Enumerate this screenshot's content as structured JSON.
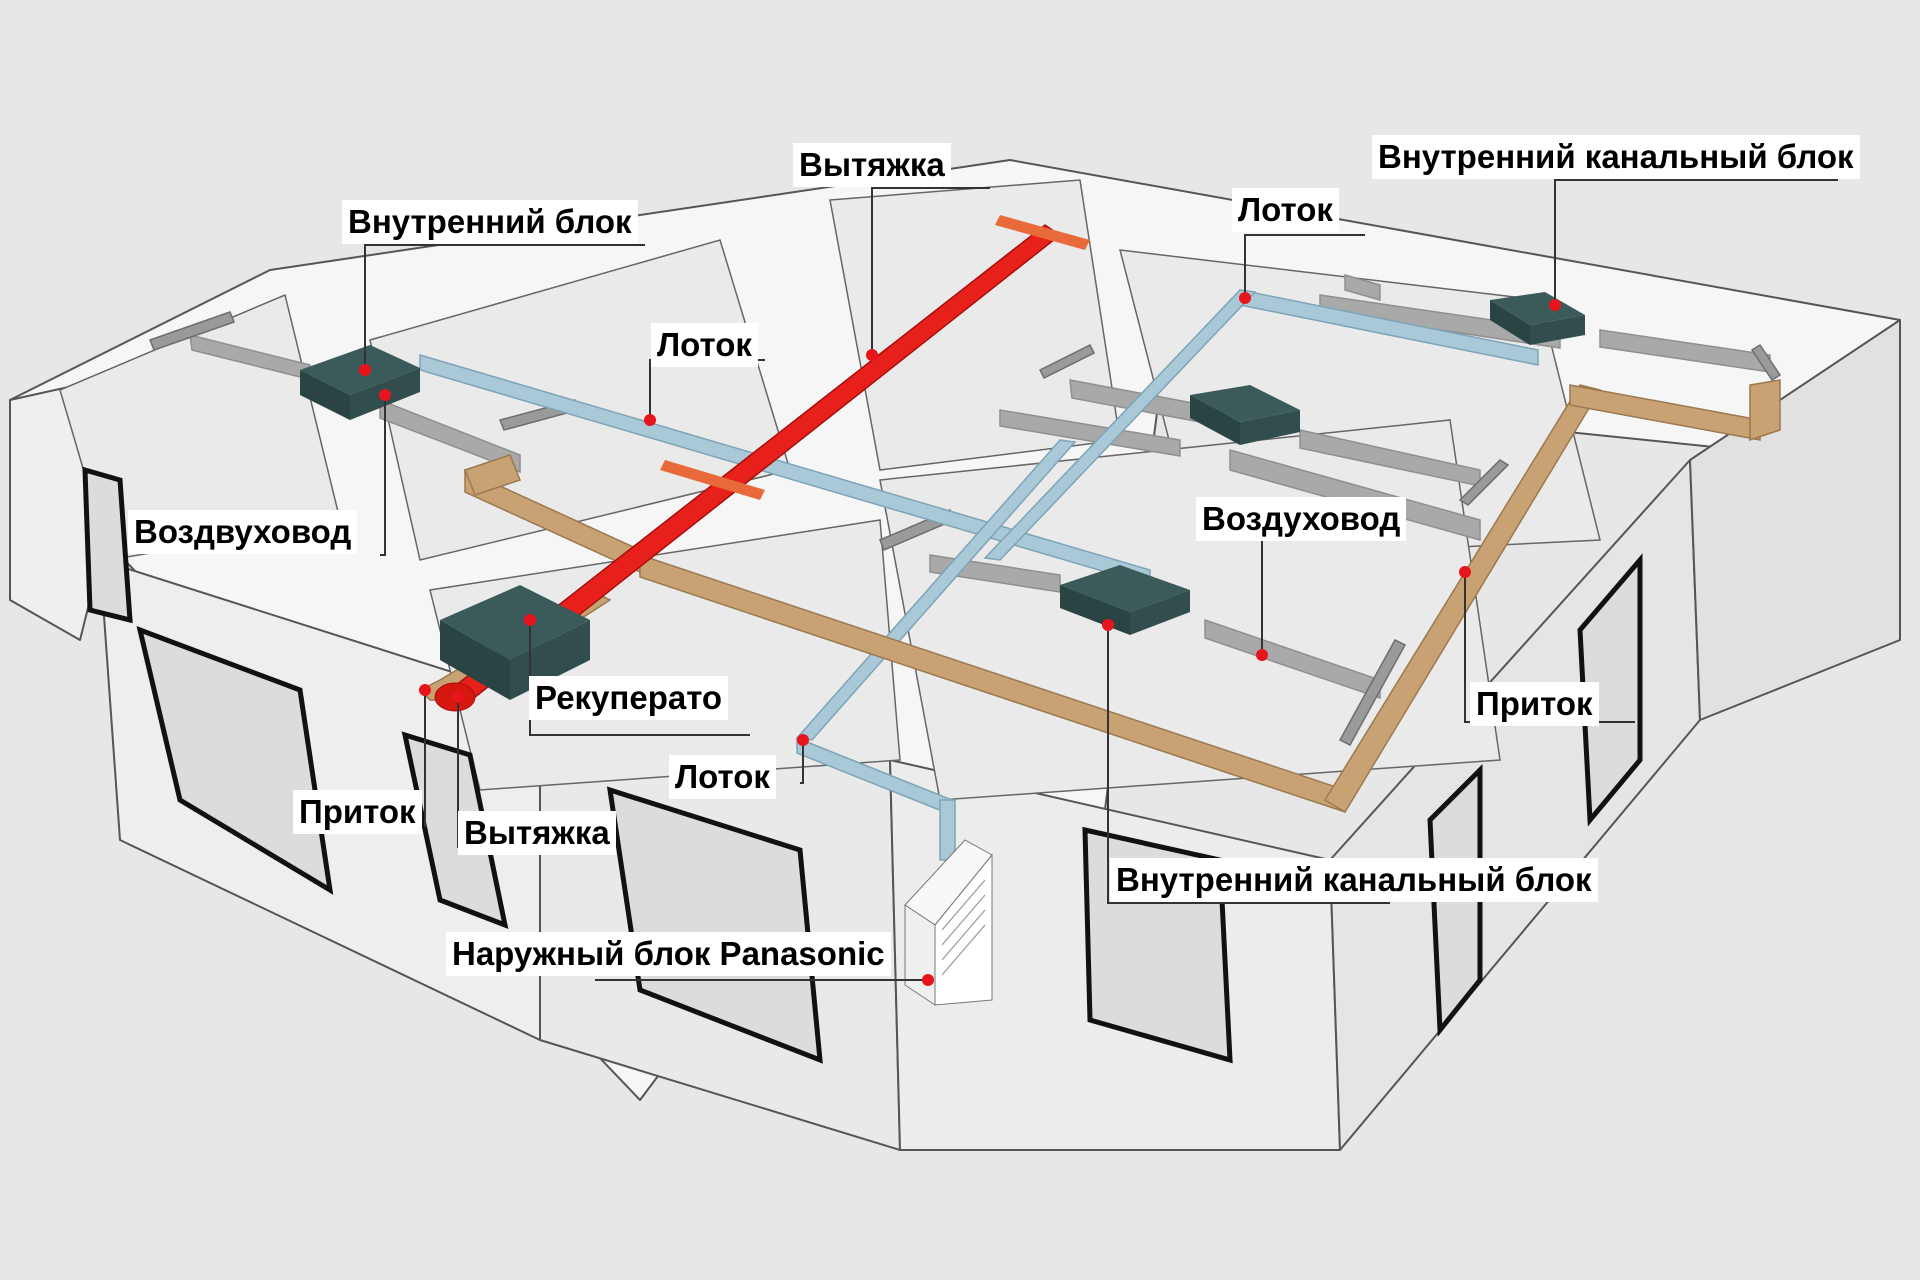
{
  "diagram": {
    "labels": {
      "exhaust_top": "Вытяжка",
      "indoor_unit": "Внутренний блок",
      "tray_top": "Лоток",
      "tray_mid": "Лоток",
      "duct_unit_right": "Внутренний канальный блок",
      "air_duct_left": "Воздвуховод",
      "air_duct_right": "Воздуховод",
      "recuperator": "Рекуперато",
      "supply_right": "Приток",
      "tray_bottom": "Лоток",
      "supply_left": "Приток",
      "exhaust_bottom": "Вытяжка",
      "duct_unit_bottom": "Внутренний канальный блок",
      "outdoor_unit": "Наружный блок Panasonic"
    },
    "colors": {
      "background": "#e7e7e7",
      "wall": "#f2f2f2",
      "exhaust_duct": "#e8201c",
      "supply_duct": "#c9a274",
      "refrigerant_tray": "#a9c8d8",
      "air_duct": "#a8a8a8",
      "unit_body": "#2f4a4a",
      "marker": "#e8141c",
      "leader_line": "#333333"
    }
  }
}
